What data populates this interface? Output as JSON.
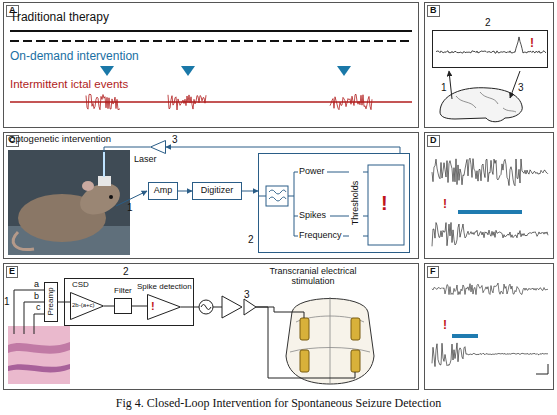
{
  "diagram": {
    "caption": "Fig 4. Closed-Loop Intervention for Spontaneous Seizure Detection",
    "nodes": [
      {
        "text": [
          "A"
        ]
      },
      {
        "text": [
          "B"
        ]
      },
      {
        "text": [
          "2"
        ],
        "in": 1
      },
      {
        "text": [
          "C"
        ]
      },
      {
        "text": [
          "Amp"
        ],
        "in": 3
      },
      {
        "text": [
          "Digitizer"
        ],
        "in": 3
      },
      {
        "text": [
          "2"
        ],
        "in": 3
      },
      {
        "text": [
          "Laser"
        ],
        "in": 3
      },
      {
        "text": [
          "D"
        ]
      },
      {
        "text": [
          "E"
        ]
      },
      {
        "text": [
          "Preamp"
        ],
        "in": 9
      },
      {
        "text": [
          "2"
        ],
        "in": 9
      },
      {
        "text": [
          "CSD",
          "2b-(a+c)"
        ],
        "in": 11
      },
      {
        "text": [
          "Filter"
        ],
        "in": 11
      },
      {
        "text": [
          "Spike detection"
        ],
        "in": 11
      },
      {
        "text": [
          "F"
        ]
      }
    ],
    "edges": [
      {
        "from": 4,
        "to": 5,
        "arrow": "to"
      },
      {
        "from": 5,
        "to": 6,
        "arrow": "to"
      },
      {
        "from": 6,
        "to": 7,
        "label": "3",
        "arrow": "to"
      },
      {
        "from": 10,
        "to": 12,
        "arrow": "none"
      },
      {
        "from": 12,
        "to": 13,
        "arrow": "none"
      },
      {
        "from": 13,
        "to": 14,
        "arrow": "none"
      }
    ],
    "labels": [
      "Traditional therapy",
      "On-demand intervention",
      "Intermittent ictal events",
      "1",
      "3",
      "!",
      "Optogenetic intervention",
      "1",
      "Power",
      "Spikes",
      "Frequency",
      "Thresholds",
      "!",
      "!",
      "1",
      "a",
      "b",
      "c",
      "!",
      "Transcranial electrical stimulation",
      "3",
      "!"
    ]
  }
}
